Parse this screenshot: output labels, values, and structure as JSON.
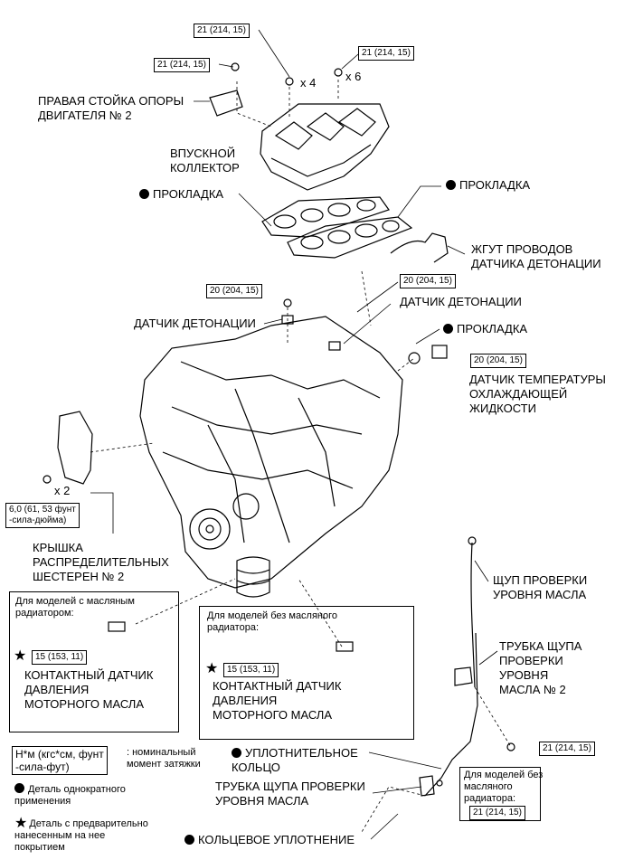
{
  "labels": {
    "right_mount": "ПРАВАЯ СТОЙКА ОПОРЫ\nДВИГАТЕЛЯ № 2",
    "intake_manifold": "ВПУСКНОЙ\nКОЛЛЕКТОР",
    "gasket_left": "ПРОКЛАДКА",
    "gasket_right": "ПРОКЛАДКА",
    "knock_harness": "ЖГУТ ПРОВОДОВ\nДАТЧИКА ДЕТОНАЦИИ",
    "knock_sensor_right": "ДАТЧИК ДЕТОНАЦИИ",
    "knock_sensor_left": "ДАТЧИК ДЕТОНАЦИИ",
    "gasket_coolant": "ПРОКЛАДКА",
    "coolant_sensor": "ДАТЧИК ТЕМПЕРАТУРЫ\nОХЛАЖДАЮЩЕЙ\nЖИДКОСТИ",
    "timing_cover": "КРЫШКА\nРАСПРЕДЕЛИТЕЛЬНЫХ\nШЕСТЕРЕН № 2",
    "dipstick": "ЩУП ПРОВЕРКИ\nУРОВНЯ МАСЛА",
    "dipstick_tube_2": "ТРУБКА ЩУПА\nПРОВЕРКИ\nУРОВНЯ\nМАСЛА № 2",
    "seal_ring": "УПЛОТНИТЕЛЬНОЕ\nКОЛЬЦО",
    "dipstick_tube": "ТРУБКА ЩУПА ПРОВЕРКИ\nУРОВНЯ МАСЛА",
    "o_ring": "КОЛЬЦЕВОЕ УПЛОТНЕНИЕ",
    "x4": "x 4",
    "x6": "x 6",
    "x2": "x 2"
  },
  "torques": {
    "t_top_mid": "21 (214, 15)",
    "t_top_left": "21 (214, 15)",
    "t_top_right": "21 (214, 15)",
    "t_knock_left": "20 (204, 15)",
    "t_knock_right": "20 (204, 15)",
    "t_coolant": "20 (204, 15)",
    "t_timing": "6,0 (61, 53 фунт\n-сила-дюйма)",
    "t_tube2": "21 (214, 15)",
    "t_box_a": "15 (153, 11)",
    "t_box_b": "15 (153, 11)",
    "t_box_c": "21 (214, 15)"
  },
  "boxes": {
    "with_cooler_title": "Для моделей с масляным\nрадиатором:",
    "with_cooler_label": "КОНТАКТНЫЙ ДАТЧИК\nДАВЛЕНИЯ\nМОТОРНОГО МАСЛА",
    "without_cooler_title": "Для моделей без масляного\nрадиатора:",
    "without_cooler_label": "КОНТАКТНЫЙ ДАТЧИК\nДАВЛЕНИЯ\nМОТОРНОГО МАСЛА",
    "small_title": "Для моделей без\nмасляного\nрадиатора:"
  },
  "legend": {
    "unit_box": "Н*м (кгс*см, фунт\n-сила-фут)",
    "unit_desc": ": номинальный\nмомент затяжки",
    "single_use": "Деталь однократного\nприменения",
    "precoated": "Деталь с предварительно\nнанесенным на нее\nпокрытием"
  }
}
